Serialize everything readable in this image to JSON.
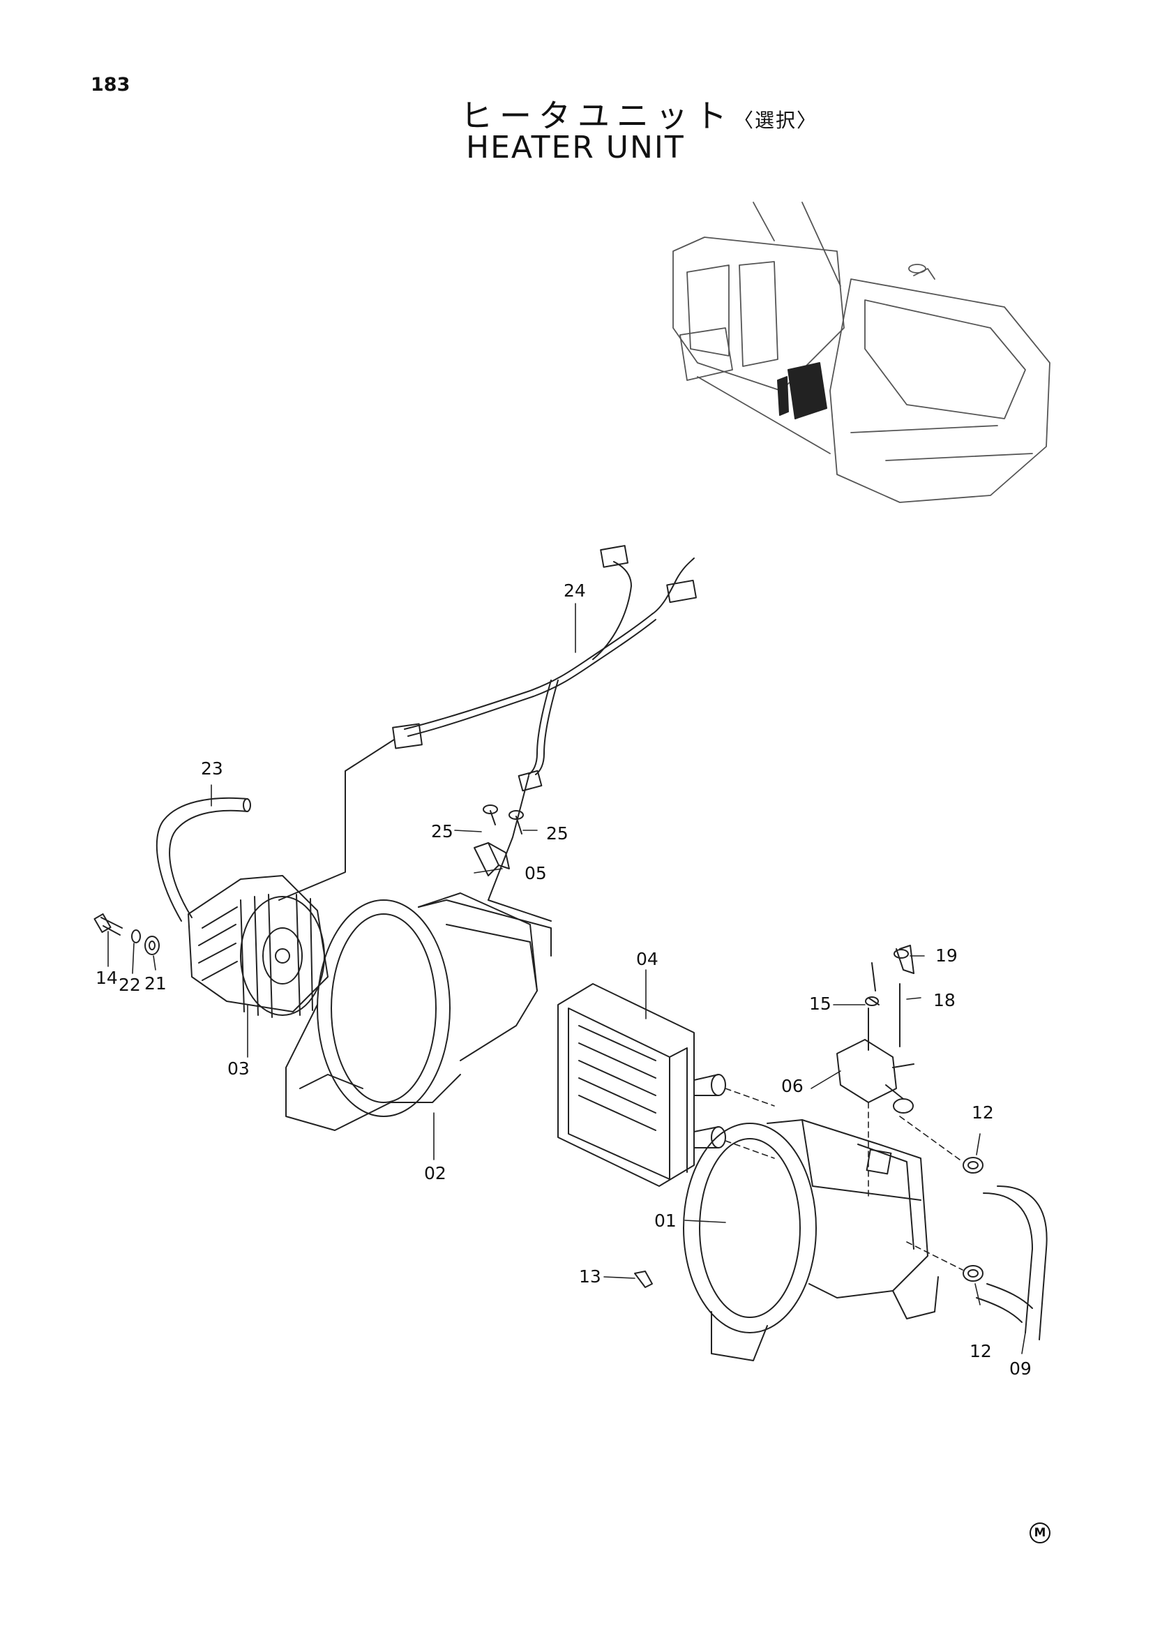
{
  "page": {
    "number": "183",
    "mark": "M"
  },
  "title": {
    "japanese": "ヒータユニット",
    "japanese_note": "〈選択〉",
    "english": "HEATER UNIT"
  },
  "callouts": [
    {
      "id": "01",
      "label": "01"
    },
    {
      "id": "02",
      "label": "02"
    },
    {
      "id": "03",
      "label": "03"
    },
    {
      "id": "04",
      "label": "04"
    },
    {
      "id": "05",
      "label": "05"
    },
    {
      "id": "06",
      "label": "06"
    },
    {
      "id": "09",
      "label": "09"
    },
    {
      "id": "12a",
      "label": "12"
    },
    {
      "id": "12b",
      "label": "12"
    },
    {
      "id": "13",
      "label": "13"
    },
    {
      "id": "14",
      "label": "14"
    },
    {
      "id": "15",
      "label": "15"
    },
    {
      "id": "18",
      "label": "18"
    },
    {
      "id": "19",
      "label": "19"
    },
    {
      "id": "21",
      "label": "21"
    },
    {
      "id": "22",
      "label": "22"
    },
    {
      "id": "23",
      "label": "23"
    },
    {
      "id": "24",
      "label": "24"
    },
    {
      "id": "25a",
      "label": "25"
    },
    {
      "id": "25b",
      "label": "25"
    }
  ]
}
